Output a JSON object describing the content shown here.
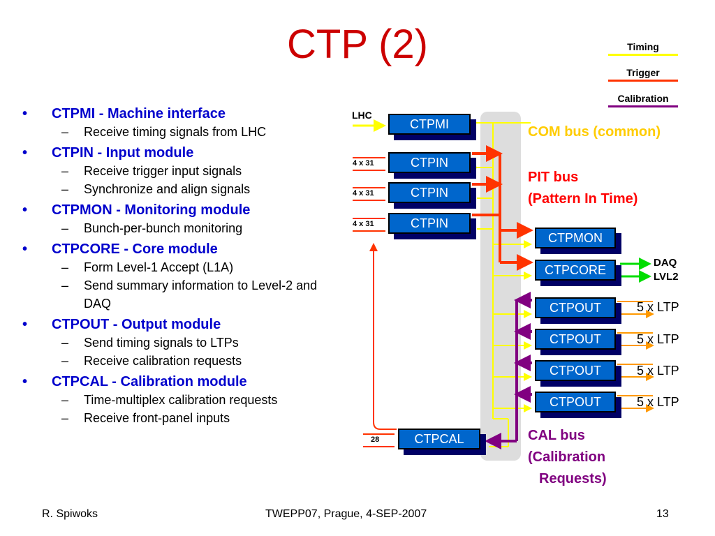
{
  "title": "CTP (2)",
  "legend": [
    {
      "label": "Timing",
      "color": "#ffff00"
    },
    {
      "label": "Trigger",
      "color": "#ff3300"
    },
    {
      "label": "Calibration",
      "color": "#800080"
    }
  ],
  "bullets": [
    {
      "heading": "CTPMI - Machine interface",
      "subs": [
        "Receive timing signals from LHC"
      ]
    },
    {
      "heading": "CTPIN - Input module",
      "subs": [
        "Receive trigger input signals",
        "Synchronize and align signals"
      ]
    },
    {
      "heading": "CTPMON - Monitoring module",
      "subs": [
        "Bunch-per-bunch monitoring"
      ]
    },
    {
      "heading": "CTPCORE - Core module",
      "subs": [
        "Form Level-1 Accept (L1A)",
        "Send summary information to Level-2 and DAQ"
      ]
    },
    {
      "heading": "CTPOUT - Output module",
      "subs": [
        "Send timing signals to LTPs",
        "Receive calibration requests"
      ]
    },
    {
      "heading": "CTPCAL - Calibration module",
      "subs": [
        "Time-multiplex calibration requests",
        "Receive front-panel inputs"
      ]
    }
  ],
  "bullet_marker": "•",
  "sub_marker": "–",
  "modules": {
    "ctpmi": "CTPMI",
    "ctpin": "CTPIN",
    "ctpmon": "CTPMON",
    "ctpcore": "CTPCORE",
    "ctpout": "CTPOUT",
    "ctpcal": "CTPCAL"
  },
  "labels": {
    "lhc": "LHC",
    "inputs": "4 x 31",
    "cal_inputs": "28",
    "daq": "DAQ",
    "lvl2": "LVL2",
    "ltp": "5 x LTP"
  },
  "buses": {
    "com": {
      "text": "COM bus (common)",
      "color": "#ffcc00"
    },
    "pit": {
      "line1": "PIT bus",
      "line2": "(Pattern In Time)",
      "color": "#ff0000"
    },
    "cal": {
      "line1": "CAL bus",
      "line2": "(Calibration",
      "line3": "Requests)",
      "color": "#800080"
    }
  },
  "footer": {
    "left": "R. Spiwoks",
    "center": "TWEPP07, Prague, 4-SEP-2007",
    "right": "13"
  }
}
